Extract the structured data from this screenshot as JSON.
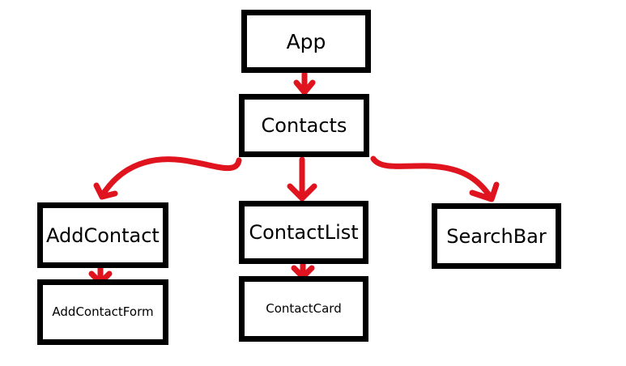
{
  "diagram": {
    "colors": {
      "box_border": "#000000",
      "arrow": "#e0141e",
      "background": "#ffffff",
      "text": "#000000"
    },
    "nodes": [
      {
        "id": "app",
        "label": "App"
      },
      {
        "id": "contacts",
        "label": "Contacts"
      },
      {
        "id": "addcontact",
        "label": "AddContact"
      },
      {
        "id": "contactlist",
        "label": "ContactList"
      },
      {
        "id": "searchbar",
        "label": "SearchBar"
      },
      {
        "id": "addcontactform",
        "label": "AddContactForm"
      },
      {
        "id": "contactcard",
        "label": "ContactCard"
      }
    ],
    "edges": [
      {
        "from": "app",
        "to": "contacts"
      },
      {
        "from": "contacts",
        "to": "addcontact"
      },
      {
        "from": "contacts",
        "to": "contactlist"
      },
      {
        "from": "contacts",
        "to": "searchbar"
      },
      {
        "from": "addcontact",
        "to": "addcontactform"
      },
      {
        "from": "contactlist",
        "to": "contactcard"
      }
    ]
  }
}
